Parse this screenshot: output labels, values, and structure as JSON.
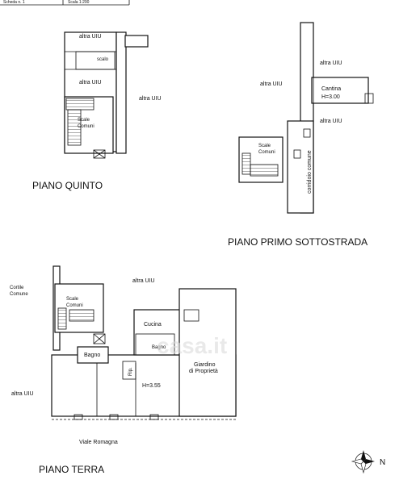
{
  "header": {
    "left": "Scheda n. 1",
    "right": "Scala 1:200"
  },
  "piano_quinto": {
    "title": "PIANO  QUINTO",
    "labels": {
      "altra_uiu_1": "altra  UIU",
      "scalo": "scalo",
      "altra_uiu_2": "altra  UIU",
      "altra_uiu_3": "altra  UIU",
      "scale_1": "Scale",
      "scale_2": "Comuni"
    }
  },
  "piano_sottostrada": {
    "title": "PIANO   PRIMO SOTTOSTRADA",
    "labels": {
      "altra_uiu_top": "altra  UIU",
      "altra_uiu_left": "altra  UIU",
      "cantina": "Cantina",
      "cantina_h": "H=3.00",
      "altra_uiu_right": "altra  UIU",
      "scale_1": "Scale",
      "scale_2": "Comuni",
      "corridoio": "corridoio comune"
    }
  },
  "piano_terra": {
    "title": "PIANO   TERRA",
    "labels": {
      "cortile_1": "Cortile",
      "cortile_2": "Comune",
      "altra_uiu_top": "altra  UIU",
      "scale_1": "Scale",
      "scale_2": "Comuni",
      "cucina": "Cucina",
      "bagno_1": "Bagno",
      "bagno_2": "Bagno",
      "rip": "Rip.",
      "h": "H=3.55",
      "giardino_1": "Giardino",
      "giardino_2": "di Proprietà",
      "altra_uiu_left": "altra  UIU",
      "street": "Viale Romagna"
    }
  },
  "compass": {
    "north": "N"
  },
  "watermark": "casa.it"
}
